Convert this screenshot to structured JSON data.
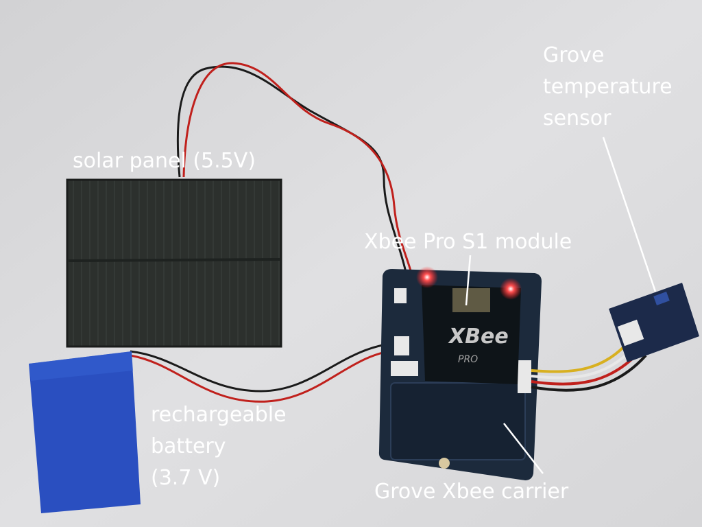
{
  "labels": {
    "solar_panel": "solar panel (5.5V)",
    "temp_sensor": [
      "Grove",
      "temperature",
      "sensor"
    ],
    "xbee_module": "Xbee Pro S1 module",
    "battery": [
      "rechargeable",
      "battery",
      "(3.7 V)"
    ],
    "carrier": "Grove Xbee carrier"
  },
  "board_print": {
    "xbee_logo": "XBee",
    "xbee_pro": "PRO"
  },
  "colors": {
    "background": "#dcdcdc",
    "solar_panel": "#2c302d",
    "battery": "#2a4fc0",
    "board": "#1c2a3c",
    "wire_red": "#c0201c",
    "wire_black": "#1a1a1a",
    "wire_yellow": "#d8b020",
    "led": "#ff3030",
    "label_text": "#ffffff"
  }
}
